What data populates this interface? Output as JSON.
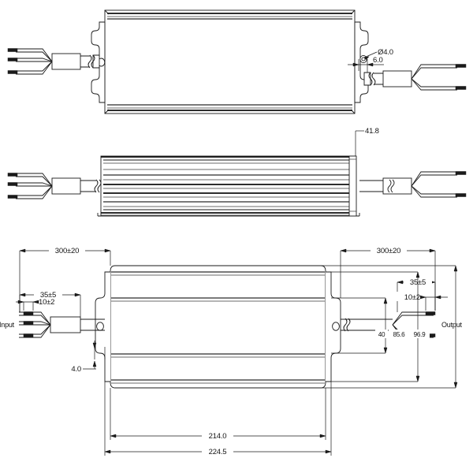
{
  "drawing": {
    "title": "LED driver enclosure outline drawing",
    "background_color": "#ffffff",
    "line_color": "#1a1a1a",
    "views": [
      {
        "name": "top-view",
        "label": "",
        "callouts": [
          {
            "id": "hole-diameter",
            "text": "Ø4.0"
          },
          {
            "id": "gland-offset",
            "text": "6.0"
          }
        ]
      },
      {
        "name": "side-view",
        "label": "",
        "callouts": [
          {
            "id": "overall-height",
            "text": "41.8"
          }
        ]
      },
      {
        "name": "bottom-view",
        "label": "",
        "callouts": [
          {
            "id": "input-cable-length",
            "text": "300±20"
          },
          {
            "id": "input-strip-length",
            "text": "35±5"
          },
          {
            "id": "input-tip-length",
            "text": "10±2"
          },
          {
            "id": "input-port-label",
            "text": "Input"
          },
          {
            "id": "bracket-thickness",
            "text": "4.0"
          },
          {
            "id": "output-cable-length",
            "text": "300±20"
          },
          {
            "id": "output-strip-length",
            "text": "35±5"
          },
          {
            "id": "output-tip-length",
            "text": "10±2"
          },
          {
            "id": "output-port-label",
            "text": "Output"
          },
          {
            "id": "inner-width",
            "text": "40"
          },
          {
            "id": "body-width",
            "text": "85.6"
          },
          {
            "id": "overall-width",
            "text": "96.9"
          },
          {
            "id": "body-length",
            "text": "214.0"
          },
          {
            "id": "overall-length",
            "text": "224.5"
          }
        ]
      }
    ]
  },
  "dimensions": {
    "hole_diameter": "Ø4.0",
    "gland_offset": "6.0",
    "height": "41.8",
    "cable_length_input": "300±20",
    "cable_length_output": "300±20",
    "strip_length_input": "35±5",
    "strip_length_output": "35±5",
    "tip_length_input": "10±2",
    "tip_length_output": "10±2",
    "bracket_thickness": "4.0",
    "inner_width": "40",
    "body_width": "85.6",
    "overall_width": "96.9",
    "body_length": "214.0",
    "overall_length": "224.5"
  },
  "labels": {
    "input": "Input",
    "output": "Output"
  }
}
